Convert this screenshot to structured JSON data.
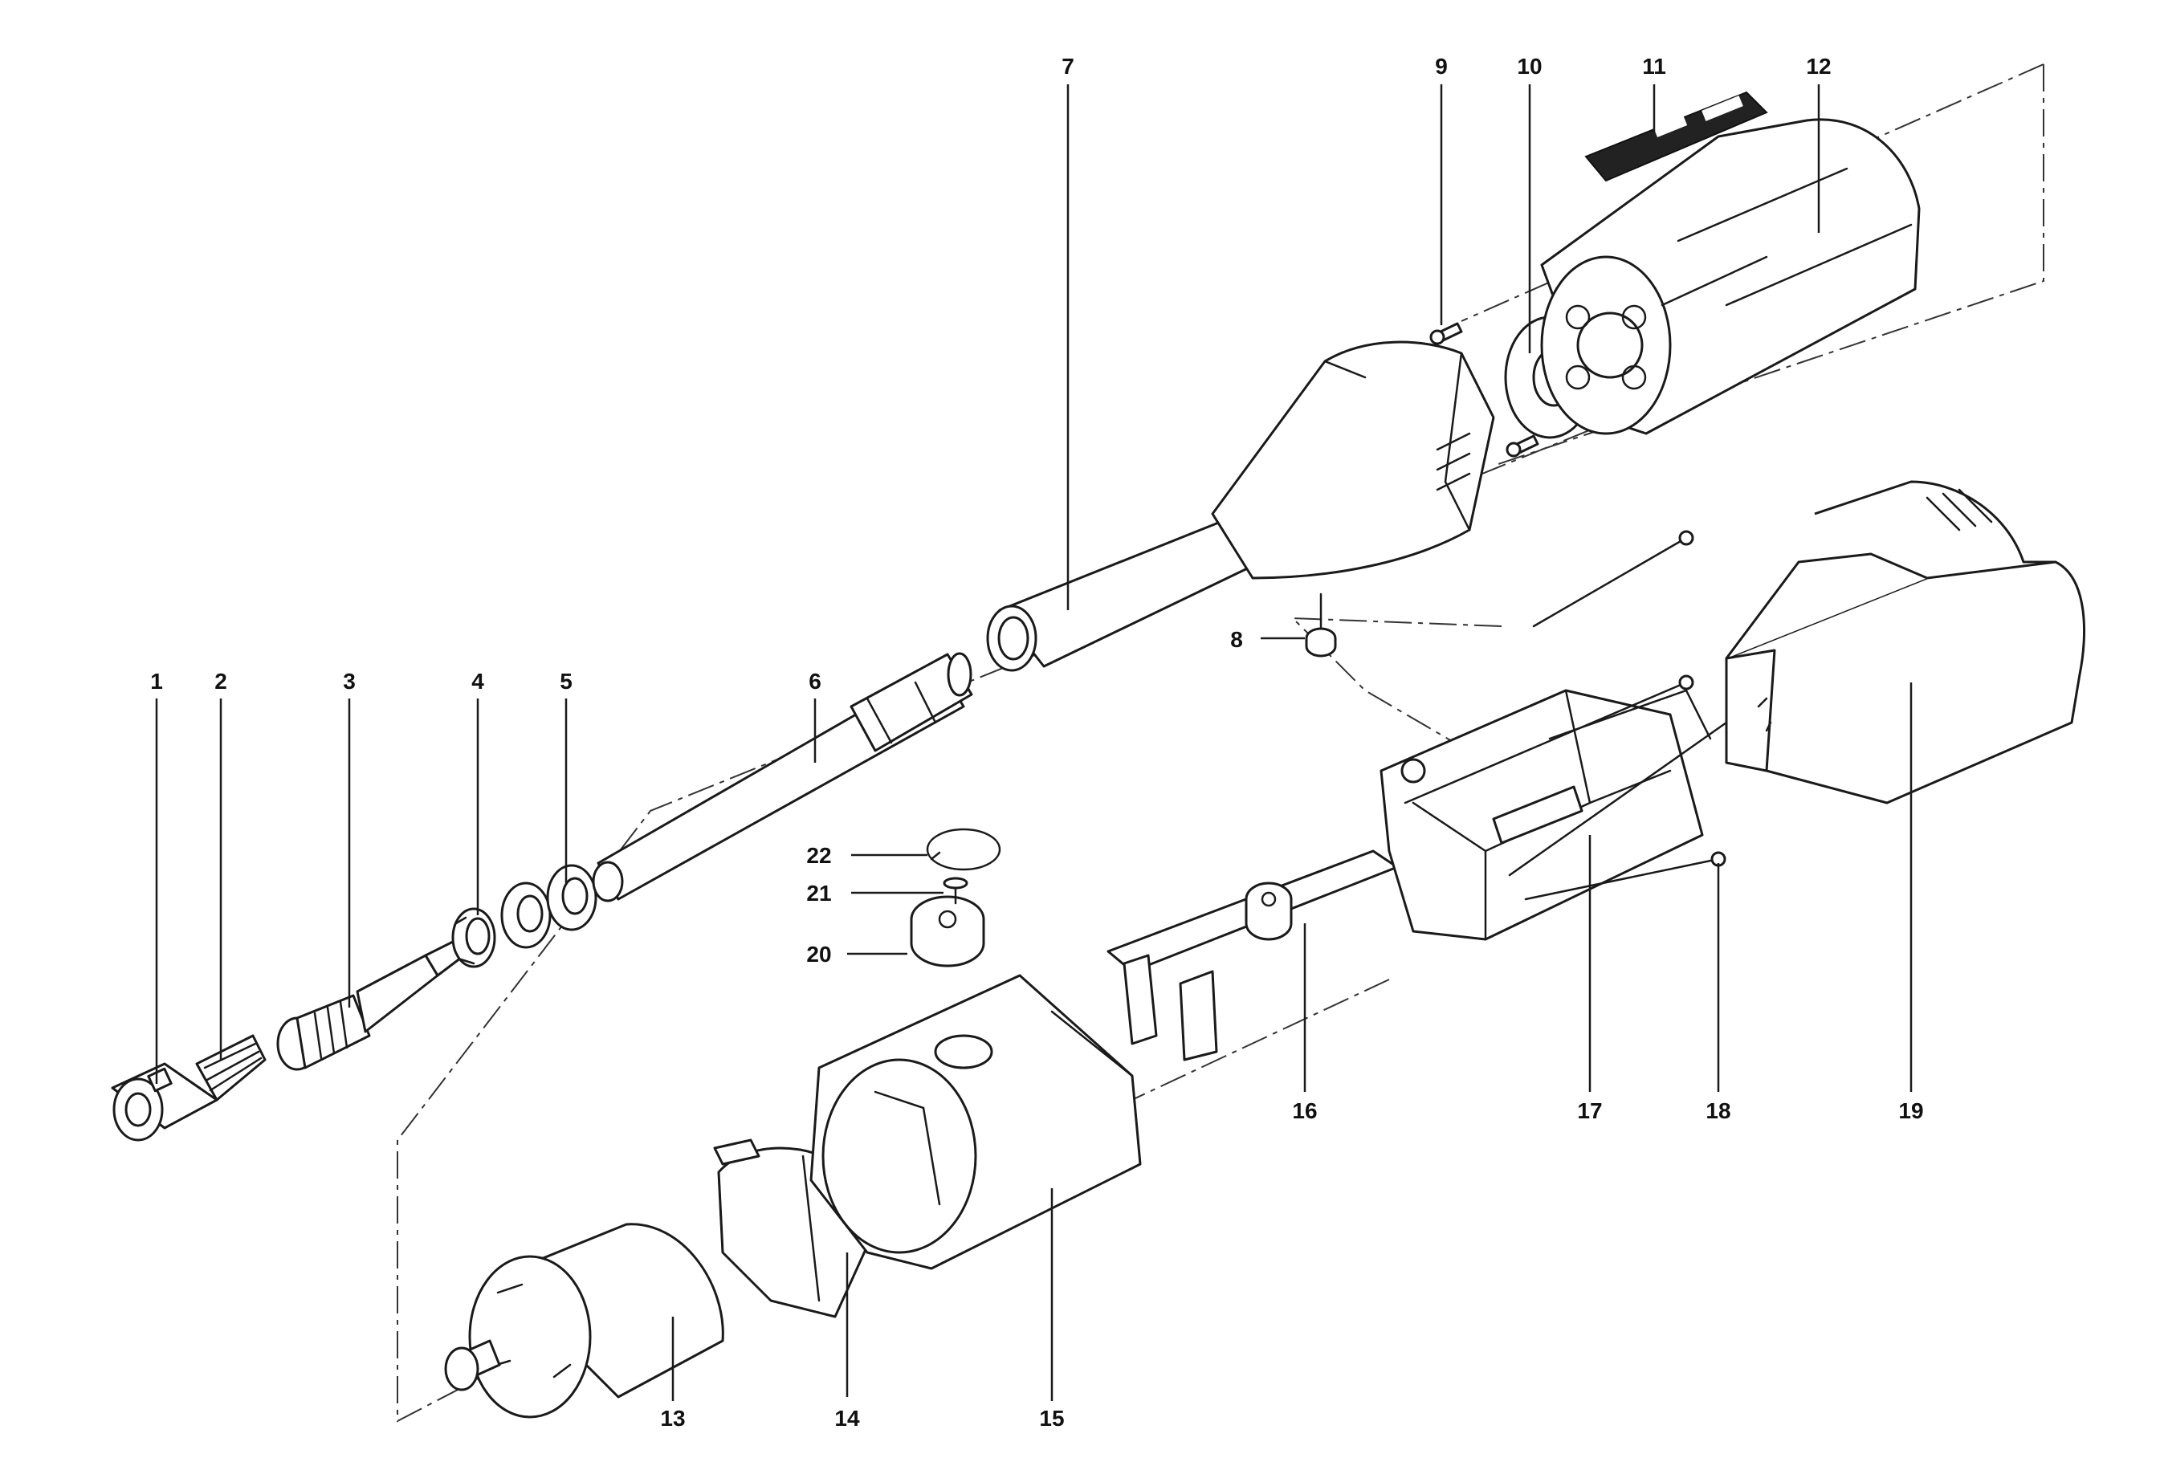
{
  "callouts": [
    {
      "label": "1"
    },
    {
      "label": "2"
    },
    {
      "label": "3"
    },
    {
      "label": "4"
    },
    {
      "label": "5"
    },
    {
      "label": "6"
    },
    {
      "label": "7"
    },
    {
      "label": "8"
    },
    {
      "label": "9"
    },
    {
      "label": "10"
    },
    {
      "label": "11"
    },
    {
      "label": "12"
    },
    {
      "label": "13"
    },
    {
      "label": "14"
    },
    {
      "label": "15"
    },
    {
      "label": "16"
    },
    {
      "label": "17"
    },
    {
      "label": "18"
    },
    {
      "label": "19"
    },
    {
      "label": "20"
    },
    {
      "label": "21"
    },
    {
      "label": "22"
    }
  ],
  "colors": {
    "line": "#1a1a1a",
    "background": "#ffffff"
  }
}
